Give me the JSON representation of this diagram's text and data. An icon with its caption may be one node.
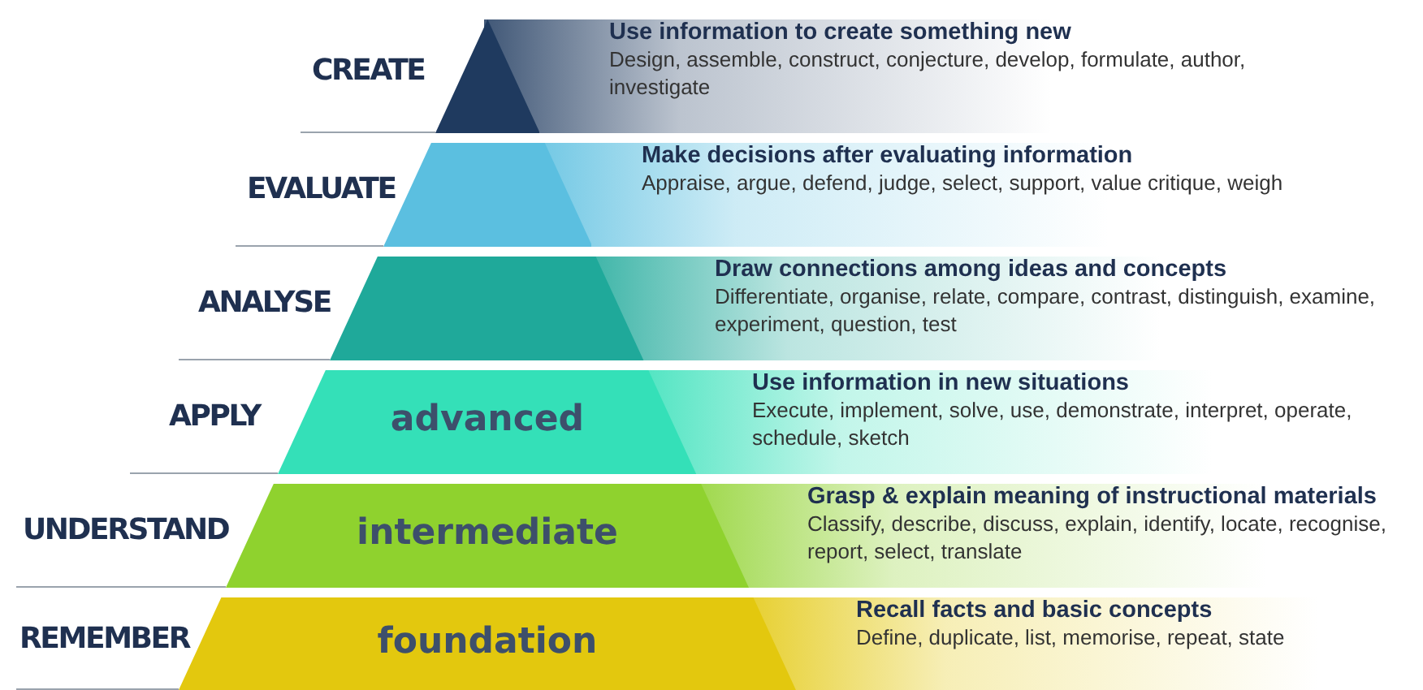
{
  "diagram": {
    "nodes": [
      {
        "text": [
          "CREATE",
          "Use information to create something new",
          "Design, assemble, construct, conjecture, develop, formulate, author, investigate"
        ]
      },
      {
        "text": [
          "EVALUATE",
          "Make decisions after evaluating information",
          "Appraise, argue, defend, judge, select, support, value critique, weigh"
        ]
      },
      {
        "text": [
          "ANALYSE",
          "Draw connections among ideas and concepts",
          "Differentiate, organise, relate, compare, contrast, distinguish, examine, experiment, question, test"
        ]
      },
      {
        "text": [
          "APPLY",
          "advanced",
          "Use information in new situations",
          "Execute, implement, solve, use, demonstrate, interpret, operate, schedule, sketch"
        ]
      },
      {
        "text": [
          "UNDERSTAND",
          "intermediate",
          "Grasp & explain meaning of instructional materials",
          "Classify, describe, discuss, explain, identify, locate, recognise, report, select, translate"
        ]
      },
      {
        "text": [
          "REMEMBER",
          "foundation",
          "Recall facts and basic concepts",
          "Define, duplicate, list, memorise, repeat, state"
        ]
      }
    ]
  }
}
